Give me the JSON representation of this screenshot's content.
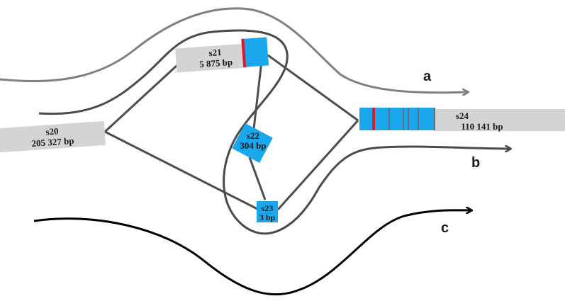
{
  "colors": {
    "segment_grey": "#d4d4d4",
    "segment_blue": "#1aa7ec",
    "variant_red": "#e0182d",
    "edge": "#4d4d4d",
    "path_a": "#808080",
    "path_b": "#4a4a4a",
    "path_c": "#000000"
  },
  "segments": {
    "s20": {
      "name": "s20",
      "length": "205 327 bp"
    },
    "s21": {
      "name": "s21",
      "length": "5 875 bp"
    },
    "s22": {
      "name": "s22",
      "length": "304 bp"
    },
    "s23": {
      "name": "s23",
      "length": "3 bp"
    },
    "s24": {
      "name": "s24",
      "length": "110 141 bp"
    }
  },
  "paths": {
    "a": {
      "label": "a"
    },
    "b": {
      "label": "b"
    },
    "c": {
      "label": "c"
    }
  }
}
